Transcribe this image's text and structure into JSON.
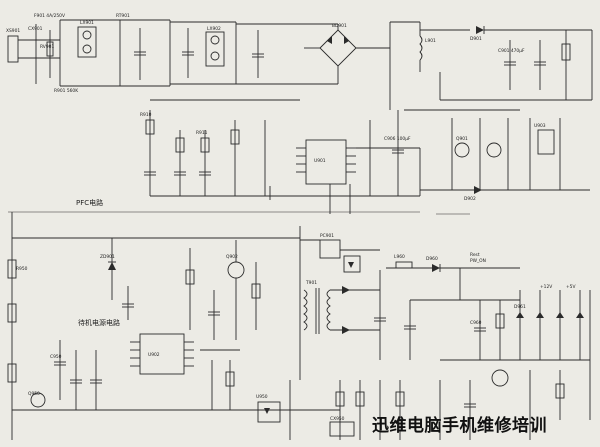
{
  "sections": {
    "pfc_label": "PFC电路",
    "standby_label": "待机电源电路"
  },
  "watermark": "迅维电脑手机维修培训",
  "labels": {
    "xs901": "XS901",
    "f901": "F901 4A/250V",
    "cx901": "CX901",
    "rv901": "RV901",
    "lx901": "LX901",
    "lx902": "LX902",
    "r901": "R901 560K",
    "rt901": "RT901",
    "bd901": "BD901",
    "l901": "L901",
    "c901": "C901 470μF",
    "q901": "Q901",
    "u901": "U901",
    "u902": "U902",
    "u903": "U903",
    "t901": "T901",
    "q902": "Q902",
    "d901": "D901",
    "d902": "D902",
    "c906": "C906 100μF",
    "r910": "R910",
    "r911": "R911",
    "zd901": "ZD901",
    "r950": "R950",
    "c950": "C950",
    "q950": "Q950",
    "pc901": "PC901",
    "u950": "U950",
    "cx950": "CX950",
    "d960": "D960",
    "c960": "C960",
    "d961": "D961",
    "l960": "L960",
    "rest": "Rest",
    "pw_on": "PW_ON",
    "v12": "+12V",
    "v5": "+5V"
  }
}
